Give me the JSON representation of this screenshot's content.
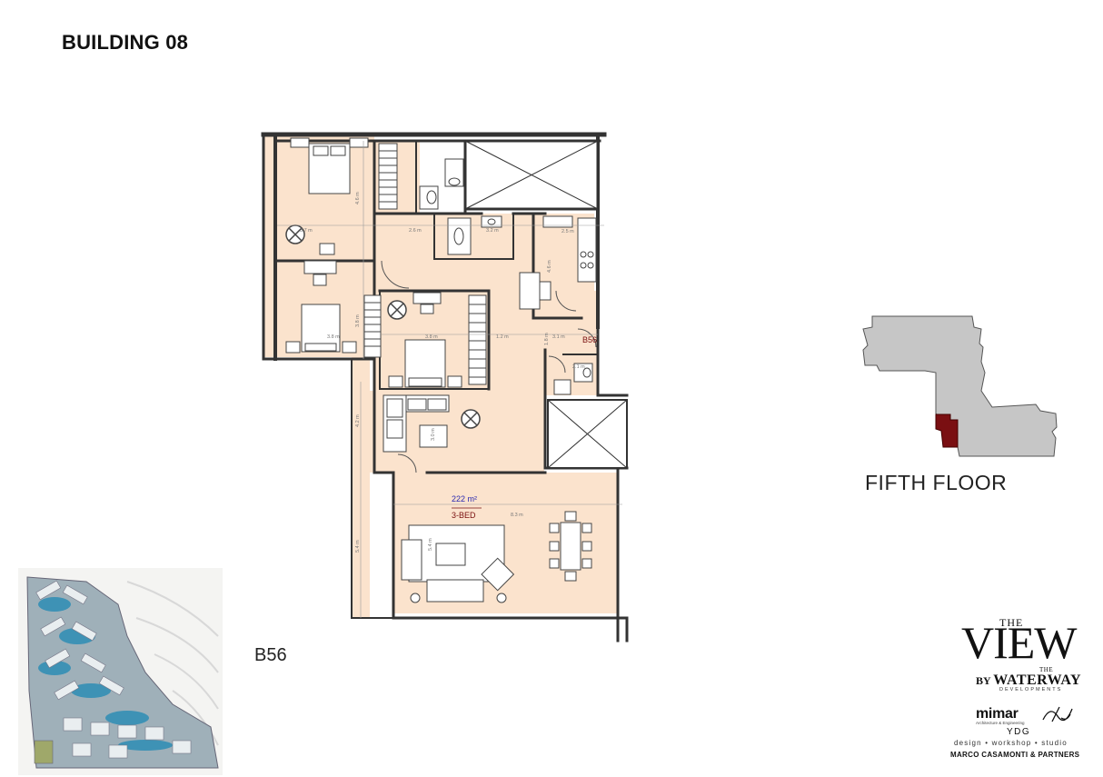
{
  "header": {
    "building_title": "BUILDING 08"
  },
  "unit": {
    "code": "B56",
    "area": "222 m²",
    "type": "3-BED",
    "plan_tag": "B56"
  },
  "floor": {
    "label": "FIFTH FLOOR"
  },
  "dimensions": {
    "bed1_height": "4.6 m",
    "bed1_width": "3.7 m",
    "bath1_width": "2.6 m",
    "bath2_width": "3.2 m",
    "kitchen_width": "2.5 m",
    "kitchen_height": "4.6 m",
    "bed2_height": "3.8 m",
    "bed2_width": "3.8 m",
    "bed3_width": "3.8 m",
    "corridor_width": "1.2 m",
    "entry_width": "3.1 m",
    "entry_height": "1.8 m",
    "wc_width": "2.1 m",
    "family_height": "4.2 m",
    "family_depth": "3.0 m",
    "living_width": "8.3 m",
    "living_height": "5.4 m",
    "terrace_height": "5.4 m"
  },
  "branding": {
    "the_small": "THE",
    "view": "VIEW",
    "by": "BY",
    "the_tiny": "THE",
    "waterway": "WATERWAY",
    "developments": "DEVELOPMENTS",
    "mimar": "mimar",
    "mimar_sub": "Architecture & Engineering",
    "ydg": "YDG",
    "dws": "design • workshop • studio",
    "marco": "MARCO CASAMONTI & PARTNERS"
  },
  "colors": {
    "room_fill": "#fbe3cd",
    "wall": "#333333",
    "highlight_unit": "#7a0f12",
    "keyplan_fill": "#c6c6c6",
    "text_blue": "#2a2ab0",
    "text_dark_red": "#7a1010"
  },
  "icons": [
    "bed-icon",
    "sofa-icon",
    "dining-table-icon",
    "kitchen-stove-icon",
    "toilet-icon",
    "sink-icon",
    "wardrobe-icon",
    "shaft-icon"
  ]
}
